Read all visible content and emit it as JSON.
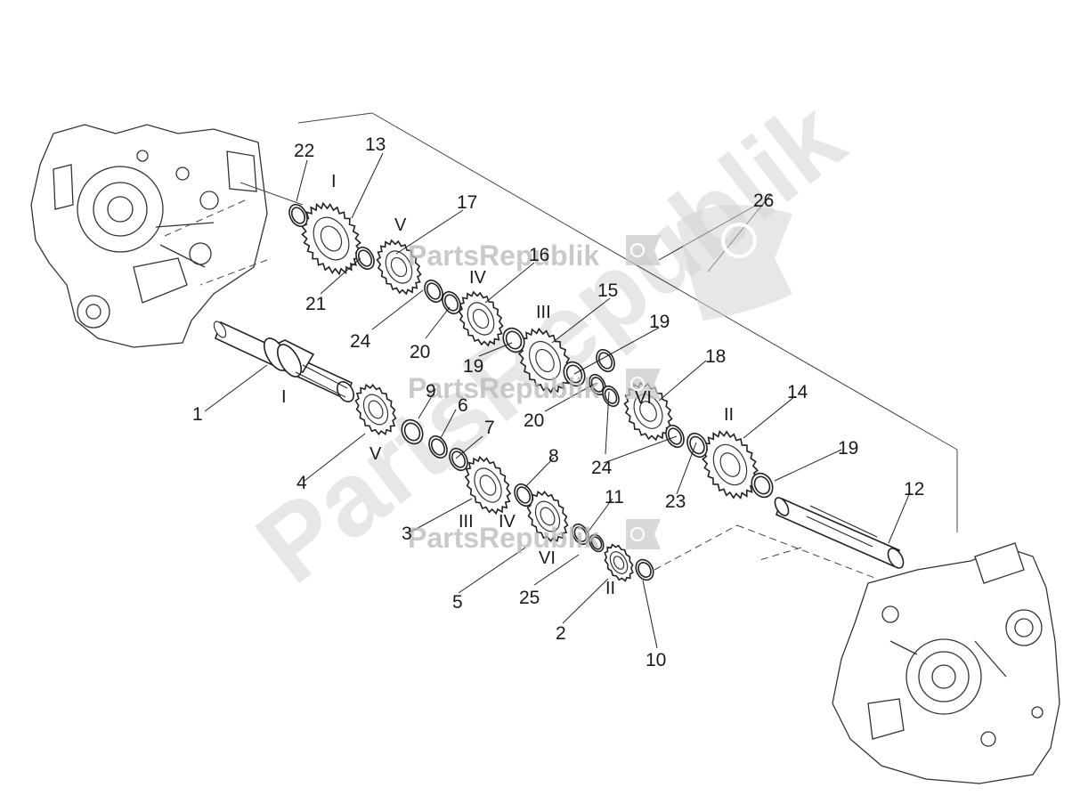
{
  "watermark": {
    "small_text": "PartsRepublik",
    "big_text": "PartsRepublik"
  },
  "part_numbers": {
    "p1": "1",
    "p2": "2",
    "p3": "3",
    "p4": "4",
    "p5": "5",
    "p6": "6",
    "p7": "7",
    "p8": "8",
    "p9": "9",
    "p10": "10",
    "p11": "11",
    "p12": "12",
    "p13": "13",
    "p14": "14",
    "p15": "15",
    "p16": "16",
    "p17": "17",
    "p18": "18",
    "p19a": "19",
    "p19b": "19",
    "p19c": "19",
    "p20a": "20",
    "p20b": "20",
    "p21": "21",
    "p22": "22",
    "p23": "23",
    "p24a": "24",
    "p24b": "24",
    "p25": "25",
    "p26": "26"
  },
  "gear_marks": {
    "g13": "I",
    "g17": "V",
    "g16": "IV",
    "g15": "III",
    "g18": "VI",
    "g14": "II",
    "shaft1": "I",
    "g4": "V",
    "g3a": "III",
    "g3b": "IV",
    "g5": "VI",
    "g2": "II"
  },
  "colors": {
    "ink": "#222222",
    "watermark": "#b8b8b8",
    "background": "#ffffff"
  }
}
